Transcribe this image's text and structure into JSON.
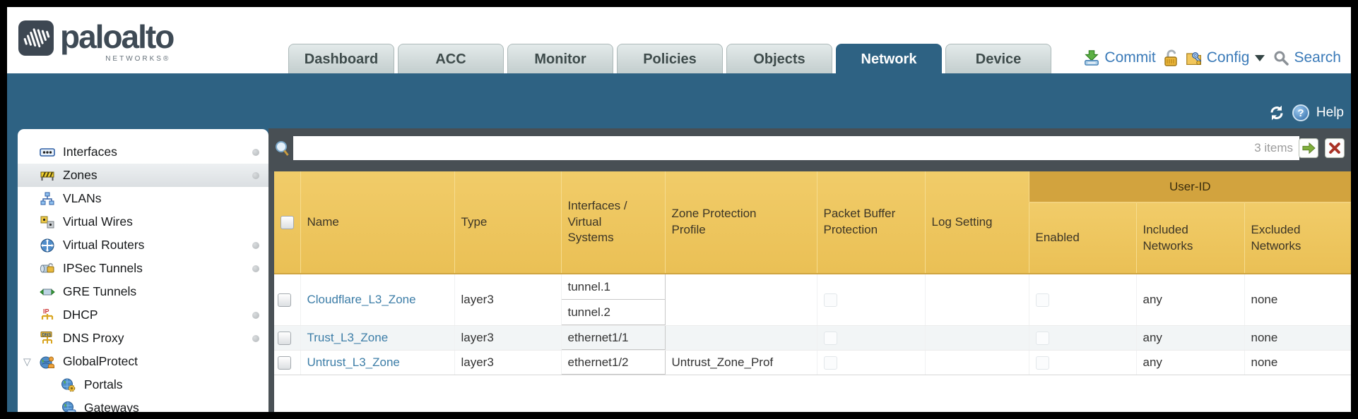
{
  "brand": {
    "word": "paloalto",
    "sub": "NETWORKS®"
  },
  "nav": {
    "tabs": [
      {
        "label": "Dashboard"
      },
      {
        "label": "ACC"
      },
      {
        "label": "Monitor"
      },
      {
        "label": "Policies"
      },
      {
        "label": "Objects"
      },
      {
        "label": "Network"
      },
      {
        "label": "Device"
      }
    ],
    "active_tab": "Network"
  },
  "actions": {
    "commit": "Commit",
    "config": "Config",
    "search": "Search"
  },
  "band": {
    "help": "Help"
  },
  "filter": {
    "value": "",
    "count_label": "3 items"
  },
  "sidebar": {
    "items": [
      {
        "label": "Interfaces"
      },
      {
        "label": "Zones"
      },
      {
        "label": "VLANs"
      },
      {
        "label": "Virtual Wires"
      },
      {
        "label": "Virtual Routers"
      },
      {
        "label": "IPSec Tunnels"
      },
      {
        "label": "GRE Tunnels"
      },
      {
        "label": "DHCP"
      },
      {
        "label": "DNS Proxy"
      },
      {
        "label": "GlobalProtect"
      },
      {
        "label": "Portals"
      },
      {
        "label": "Gateways"
      }
    ],
    "selected": "Zones"
  },
  "table": {
    "group_header": "User-ID",
    "columns": [
      "Name",
      "Type",
      "Interfaces / Virtual Systems",
      "Zone Protection Profile",
      "Packet Buffer Protection",
      "Log Setting",
      "Enabled",
      "Included Networks",
      "Excluded Networks"
    ],
    "rows": [
      {
        "name": "Cloudflare_L3_Zone",
        "type": "layer3",
        "interfaces": [
          "tunnel.1",
          "tunnel.2"
        ],
        "zone_protection_profile": "",
        "log_setting": "",
        "included_networks": "any",
        "excluded_networks": "none"
      },
      {
        "name": "Trust_L3_Zone",
        "type": "layer3",
        "interfaces": [
          "ethernet1/1"
        ],
        "zone_protection_profile": "",
        "log_setting": "",
        "included_networks": "any",
        "excluded_networks": "none"
      },
      {
        "name": "Untrust_L3_Zone",
        "type": "layer3",
        "interfaces": [
          "ethernet1/2"
        ],
        "zone_protection_profile": "Untrust_Zone_Prof",
        "log_setting": "",
        "included_networks": "any",
        "excluded_networks": "none"
      }
    ]
  },
  "colors": {
    "accent_teal": "#2e6283",
    "toolbar_gray": "#484f54",
    "header_gold": "#eec55e",
    "userid_gold": "#d2a33e",
    "link_blue": "#3c7da7",
    "action_blue": "#3a7ab8"
  }
}
